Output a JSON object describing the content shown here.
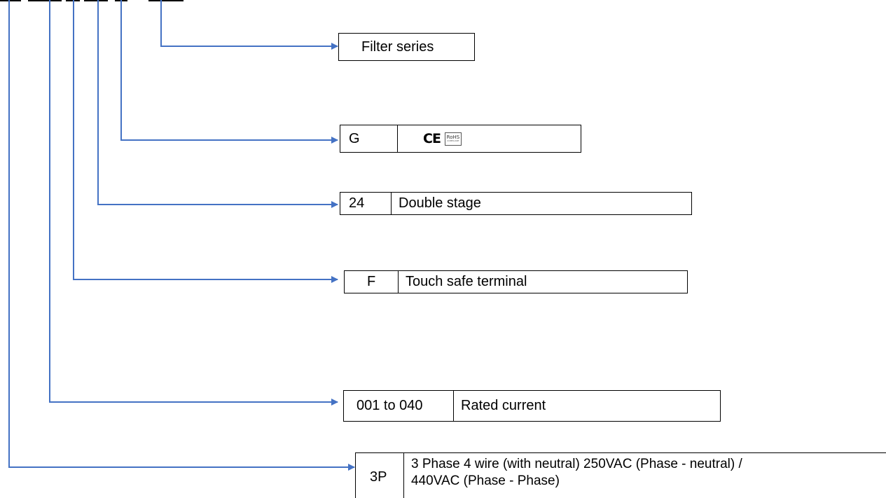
{
  "colors": {
    "connector": "#4472c4",
    "border": "#000000",
    "background": "#ffffff"
  },
  "code_part_count": 6,
  "entries": [
    {
      "id": "series",
      "description": "Filter series"
    },
    {
      "id": "approval",
      "code": "G",
      "marks": [
        "CE",
        "RoHS"
      ]
    },
    {
      "id": "stage",
      "code": "24",
      "description": "Double stage"
    },
    {
      "id": "terminal",
      "code": "F",
      "description": "Touch safe terminal"
    },
    {
      "id": "current",
      "code": "001 to 040",
      "description": "Rated current"
    },
    {
      "id": "phase",
      "code": "3P",
      "description_lines": [
        "3 Phase 4 wire (with neutral) 250VAC (Phase - neutral) /",
        "440VAC (Phase - Phase)"
      ]
    }
  ]
}
